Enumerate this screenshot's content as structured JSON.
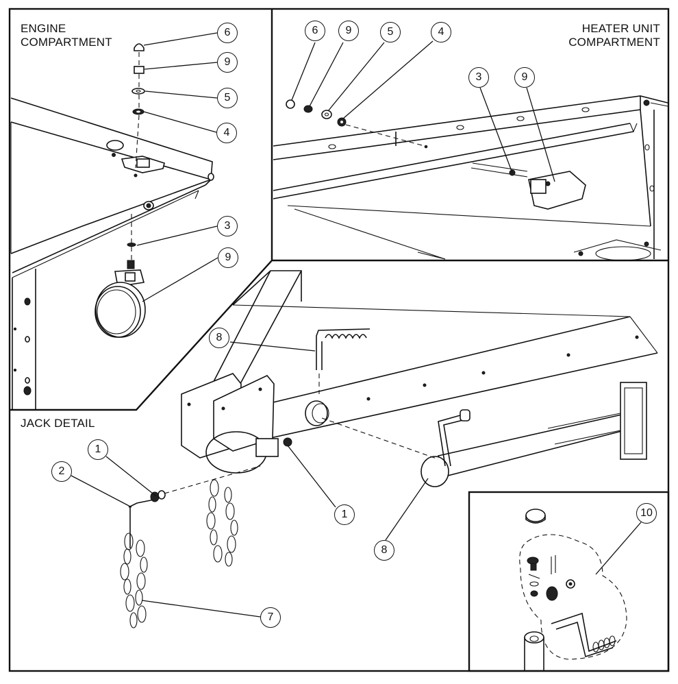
{
  "panels": {
    "engine": {
      "title_line1": "ENGINE",
      "title_line2": "COMPARTMENT"
    },
    "heater": {
      "title_line1": "HEATER UNIT",
      "title_line2": "COMPARTMENT"
    },
    "jack": {
      "title": "JACK DETAIL"
    }
  },
  "callouts": {
    "engine": [
      "6",
      "9",
      "5",
      "4",
      "3",
      "9"
    ],
    "heater": [
      "6",
      "9",
      "5",
      "4",
      "3",
      "9"
    ],
    "jack": [
      "8",
      "1",
      "2",
      "1",
      "8",
      "7",
      "10"
    ]
  },
  "colors": {
    "line": "#111111",
    "background": "#ffffff"
  }
}
